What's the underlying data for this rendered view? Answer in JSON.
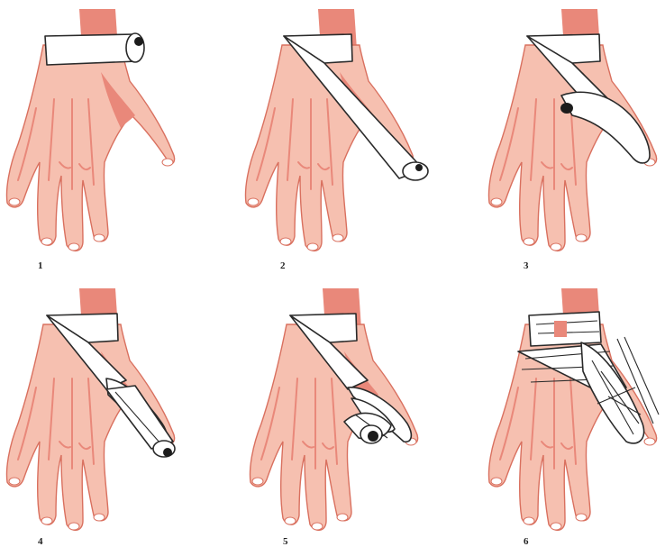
{
  "colors": {
    "skin": "#f6c0b0",
    "skin_dark": "#e9887a",
    "skin_line": "#d9705f",
    "bandage": "#ffffff",
    "bandage_line": "#2a2a2a",
    "roll_core": "#1c1c1c"
  },
  "steps": [
    {
      "number": "1"
    },
    {
      "number": "2"
    },
    {
      "number": "3"
    },
    {
      "number": "4"
    },
    {
      "number": "5"
    },
    {
      "number": "6"
    }
  ]
}
